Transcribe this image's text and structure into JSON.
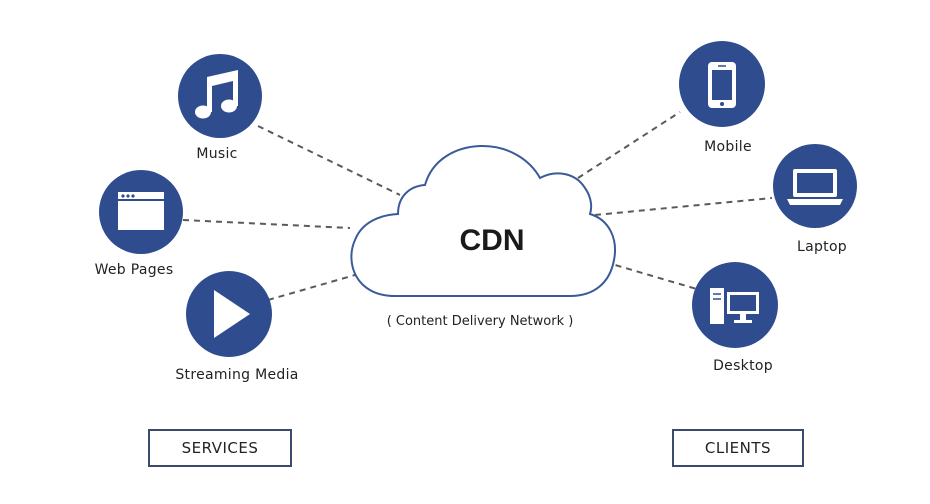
{
  "cdn": {
    "title": "CDN",
    "subtitle": "( Content Delivery Network )"
  },
  "services": {
    "heading": "SERVICES",
    "items": [
      {
        "label": "Music",
        "icon": "music-note-icon"
      },
      {
        "label": "Web Pages",
        "icon": "web-page-icon"
      },
      {
        "label": "Streaming Media",
        "icon": "play-icon"
      }
    ]
  },
  "clients": {
    "heading": "CLIENTS",
    "items": [
      {
        "label": "Mobile",
        "icon": "mobile-phone-icon"
      },
      {
        "label": "Laptop",
        "icon": "laptop-icon"
      },
      {
        "label": "Desktop",
        "icon": "desktop-computer-icon"
      }
    ]
  },
  "colors": {
    "node_fill": "#2f4c8e",
    "cloud_stroke": "#3a5a9a",
    "connector": "#5a5a5a",
    "box_border": "#3a4a6a"
  }
}
